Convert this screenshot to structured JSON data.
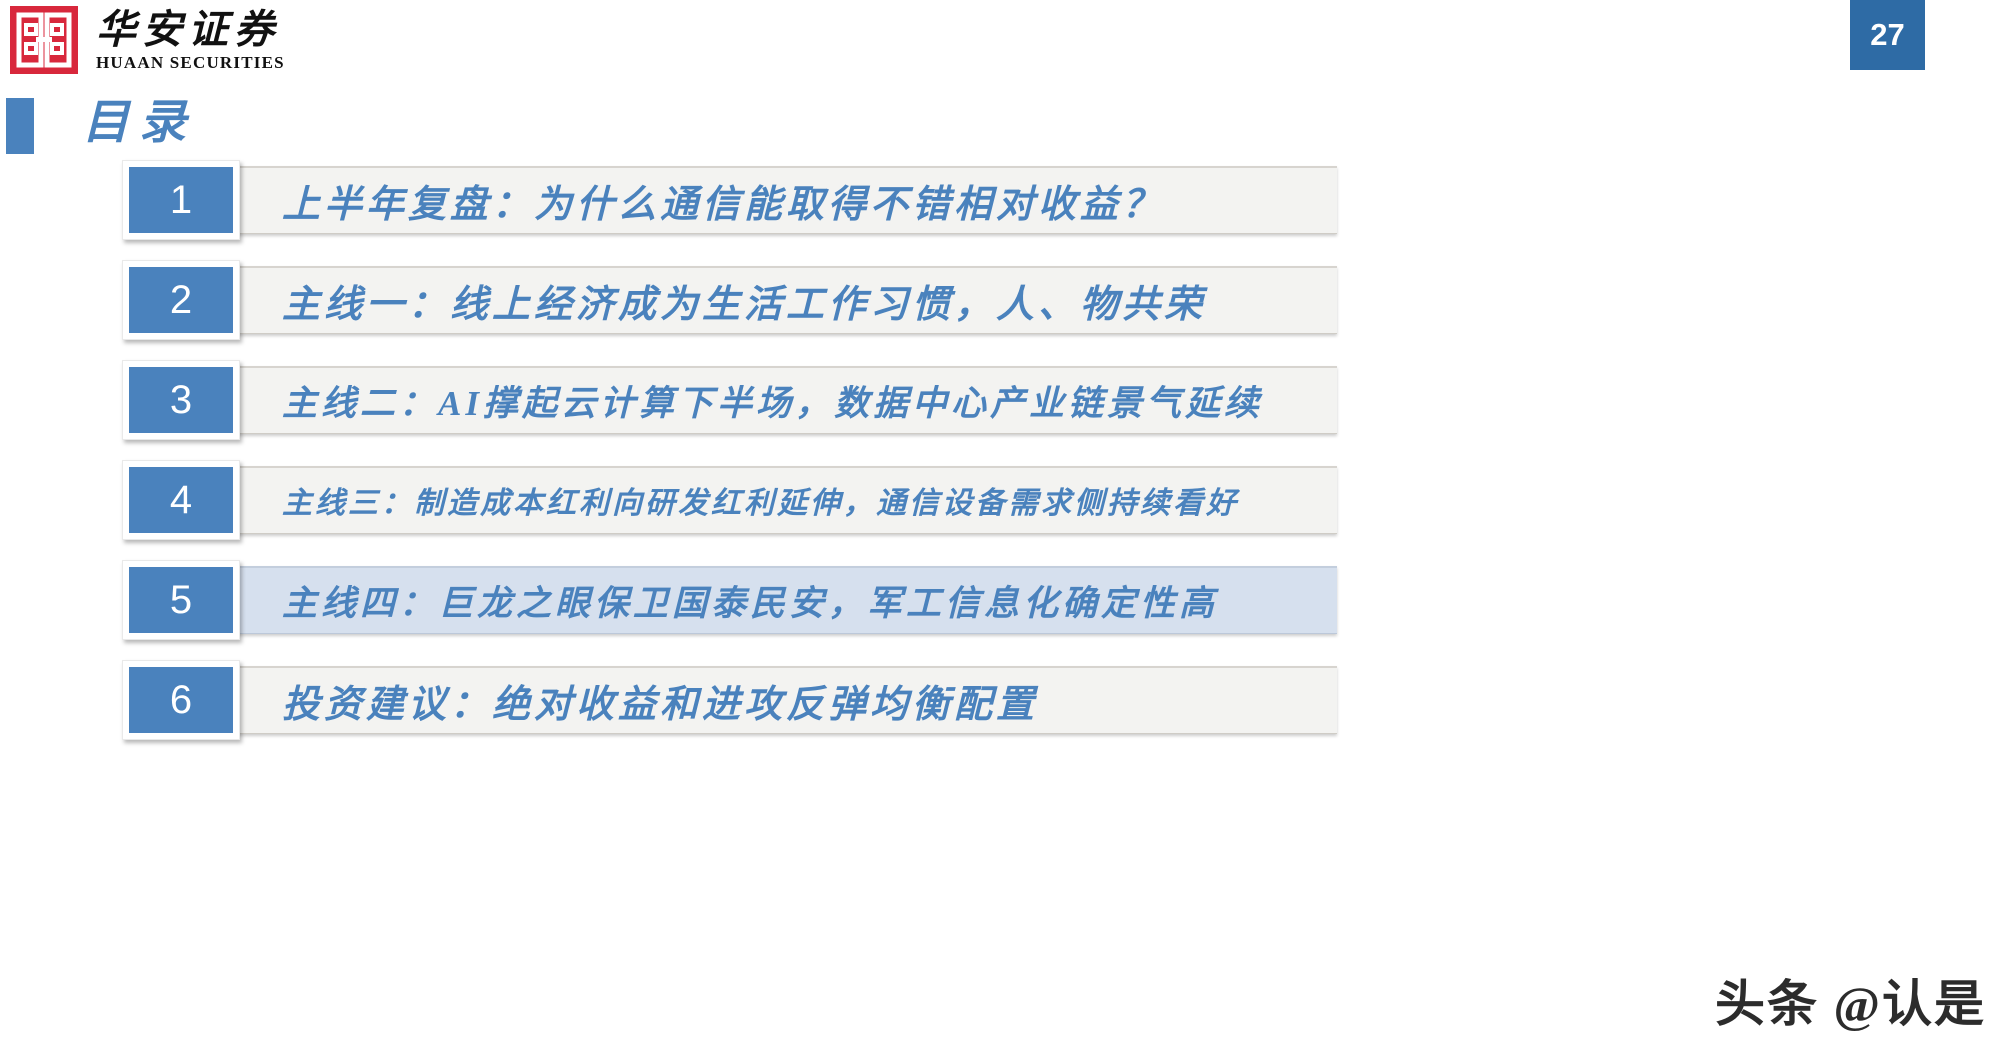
{
  "header": {
    "logo_cn": "华安证券",
    "logo_en": "HUAAN SECURITIES",
    "logo_icon": "huaan-seal-logo",
    "page_number": "27",
    "accent_blue": "#4a82bd",
    "badge_blue": "#2e6ba5",
    "logo_red": "#d8283c"
  },
  "title": {
    "text": "目录"
  },
  "toc": {
    "items": [
      {
        "number": "1",
        "label": "上半年复盘：为什么通信能取得不错相对收益？",
        "size": "sz-lg",
        "highlight": false
      },
      {
        "number": "2",
        "label": "主线一：线上经济成为生活工作习惯，人、物共荣",
        "size": "sz-lg",
        "highlight": false
      },
      {
        "number": "3",
        "label": "主线二：AI撑起云计算下半场，数据中心产业链景气延续",
        "size": "sz-md",
        "highlight": false
      },
      {
        "number": "4",
        "label": "主线三：制造成本红利向研发红利延伸，通信设备需求侧持续看好",
        "size": "sz-sm",
        "highlight": false
      },
      {
        "number": "5",
        "label": "主线四：巨龙之眼保卫国泰民安，军工信息化确定性高",
        "size": "sz-md",
        "highlight": true
      },
      {
        "number": "6",
        "label": "投资建议：绝对收益和进攻反弹均衡配置",
        "size": "sz-lg",
        "highlight": false
      }
    ]
  },
  "watermark": {
    "text": "头条 @认是"
  }
}
